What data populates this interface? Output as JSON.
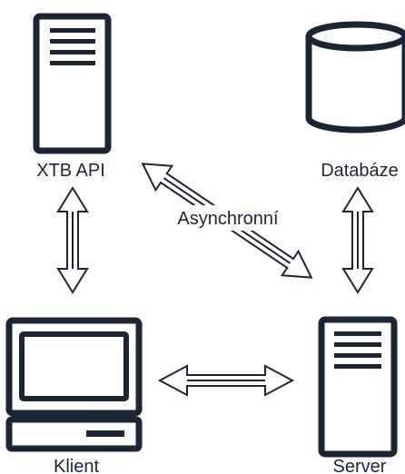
{
  "nodes": {
    "xtb_api": {
      "label": "XTB API",
      "icon": "server-icon"
    },
    "database": {
      "label": "Databáze",
      "icon": "database-icon"
    },
    "client": {
      "label": "Klient",
      "icon": "desktop-computer-icon"
    },
    "server": {
      "label": "Server",
      "icon": "server-icon"
    }
  },
  "edges": {
    "xtb_server": {
      "label": "Asynchronní"
    }
  },
  "colors": {
    "stroke": "#1c2533",
    "background": "#ffffff"
  }
}
